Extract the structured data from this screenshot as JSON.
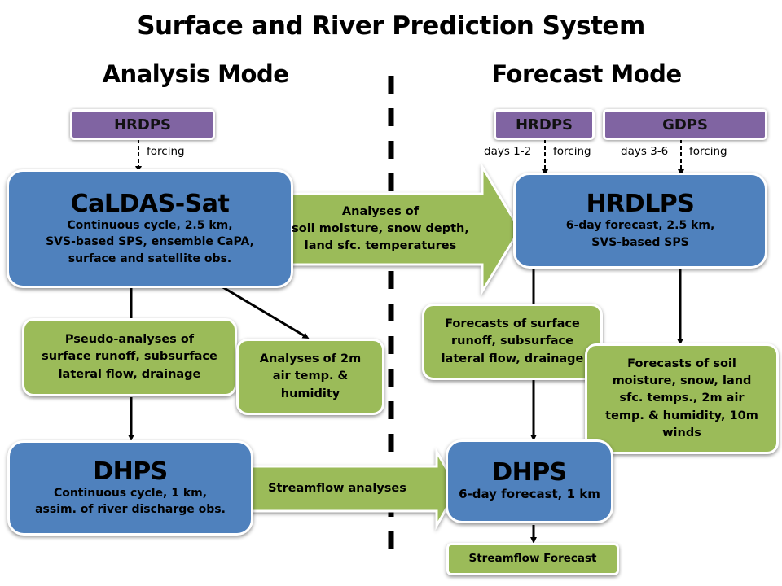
{
  "title": "Surface and River Prediction System",
  "modes": {
    "analysis": "Analysis Mode",
    "forecast": "Forecast Mode"
  },
  "colors": {
    "model_box": "#4f81bd",
    "product_box": "#9bbb59",
    "input_box": "#8064a2"
  },
  "analysis": {
    "input": {
      "label": "HRDPS",
      "edge_label": "forcing"
    },
    "caldas": {
      "name": "CaLDAS-Sat",
      "lines": [
        "Continuous cycle, 2.5 km,",
        "SVS-based SPS, ensemble CaPA,",
        "surface and satellite obs."
      ]
    },
    "pseudo_analyses": "Pseudo-analyses of\nsurface runoff, subsurface\nlateral flow, drainage",
    "air_analyses": "Analyses of 2m\nair temp. &\nhumidity",
    "dhps": {
      "name": "DHPS",
      "lines": [
        "Continuous cycle, 1 km,",
        "assim. of river discharge obs."
      ]
    }
  },
  "transfers": {
    "land_analyses": "Analyses of\nsoil moisture, snow depth,\nland sfc. temperatures",
    "streamflow_analyses": "Streamflow analyses"
  },
  "forecast": {
    "inputs": [
      {
        "label": "HRDPS",
        "days_label": "days 1-2",
        "edge_label": "forcing"
      },
      {
        "label": "GDPS",
        "days_label": "days 3-6",
        "edge_label": "forcing"
      }
    ],
    "hrdlps": {
      "name": "HRDLPS",
      "lines": [
        "6-day forecast, 2.5 km,",
        "SVS-based SPS"
      ]
    },
    "runoff_forecasts": "Forecasts of surface\nrunoff, subsurface\nlateral flow, drainage",
    "surface_forecasts": "Forecasts of soil\nmoisture, snow, land\nsfc. temps.,  2m air\ntemp. & humidity, 10m\nwinds",
    "dhps": {
      "name": "DHPS",
      "lines": [
        "6-day forecast, 1 km"
      ]
    },
    "streamflow_forecast": "Streamflow Forecast"
  }
}
